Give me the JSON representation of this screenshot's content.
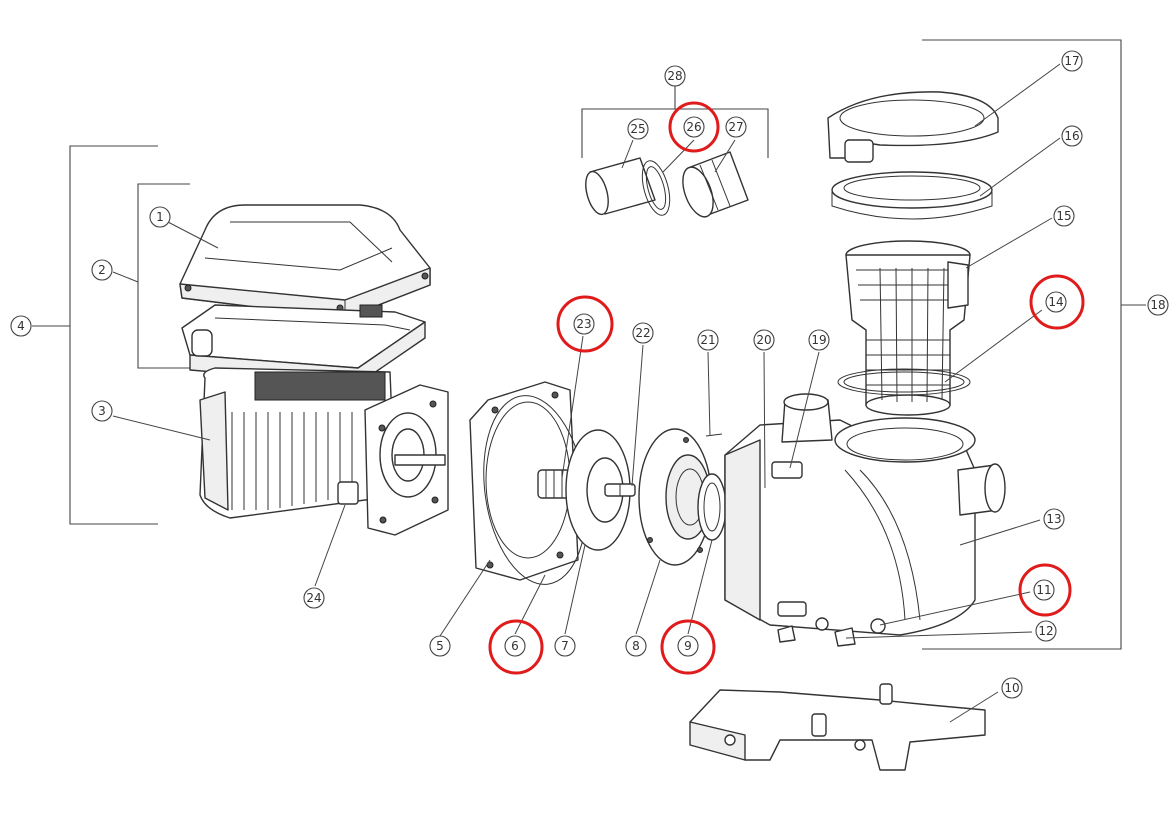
{
  "callouts": [
    {
      "id": "c1",
      "label": "1"
    },
    {
      "id": "c2",
      "label": "2"
    },
    {
      "id": "c3",
      "label": "3"
    },
    {
      "id": "c4",
      "label": "4"
    },
    {
      "id": "c5",
      "label": "5"
    },
    {
      "id": "c6",
      "label": "6"
    },
    {
      "id": "c7",
      "label": "7"
    },
    {
      "id": "c8",
      "label": "8"
    },
    {
      "id": "c9",
      "label": "9"
    },
    {
      "id": "c10",
      "label": "10"
    },
    {
      "id": "c11",
      "label": "11"
    },
    {
      "id": "c12",
      "label": "12"
    },
    {
      "id": "c13",
      "label": "13"
    },
    {
      "id": "c14",
      "label": "14"
    },
    {
      "id": "c15",
      "label": "15"
    },
    {
      "id": "c16",
      "label": "16"
    },
    {
      "id": "c17",
      "label": "17"
    },
    {
      "id": "c18",
      "label": "18"
    },
    {
      "id": "c19",
      "label": "19"
    },
    {
      "id": "c20",
      "label": "20"
    },
    {
      "id": "c21",
      "label": "21"
    },
    {
      "id": "c22",
      "label": "22"
    },
    {
      "id": "c23",
      "label": "23"
    },
    {
      "id": "c24",
      "label": "24"
    },
    {
      "id": "c25",
      "label": "25"
    },
    {
      "id": "c26",
      "label": "26"
    },
    {
      "id": "c27",
      "label": "27"
    },
    {
      "id": "c28",
      "label": "28"
    }
  ],
  "highlighted": [
    "6",
    "9",
    "11",
    "14",
    "23",
    "26"
  ],
  "colors": {
    "highlight": "#e01b1b",
    "line": "#333333",
    "background": "#ffffff"
  }
}
